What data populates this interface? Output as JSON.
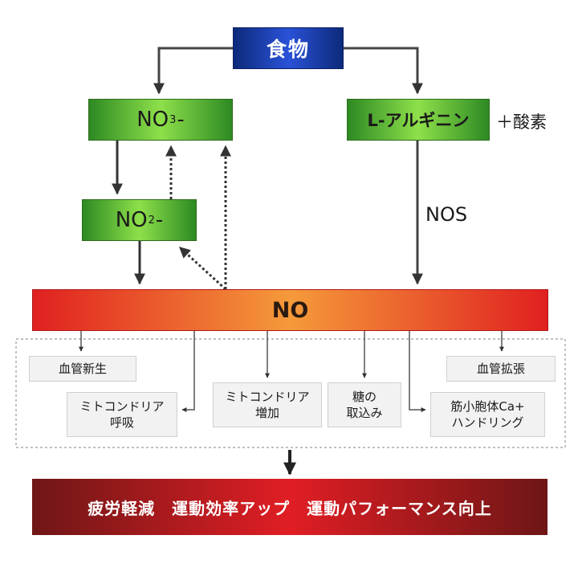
{
  "source": {
    "label": "食物"
  },
  "no3": {
    "formula": "NO",
    "subscript": "3",
    "suffix": "-"
  },
  "no2": {
    "formula": "NO",
    "subscript": "2",
    "suffix": "-"
  },
  "arginine": {
    "label": "L-アルギニン"
  },
  "oxygen": {
    "label": "＋酸素"
  },
  "enzyme": {
    "label": "NOS"
  },
  "nitric_oxide": {
    "label": "NO"
  },
  "effects": [
    {
      "label": "血管新生"
    },
    {
      "line1": "ミトコンドリア",
      "line2": "呼吸"
    },
    {
      "line1": "ミトコンドリア",
      "line2": "増加"
    },
    {
      "line1": "糖の",
      "line2": "取込み"
    },
    {
      "line1": "筋小胞体Ca+",
      "line2": "ハンドリング"
    },
    {
      "label": "血管拡張"
    }
  ],
  "outcome": {
    "label": "疲労軽減　運動効率アップ　運動パフォーマンス向上"
  }
}
